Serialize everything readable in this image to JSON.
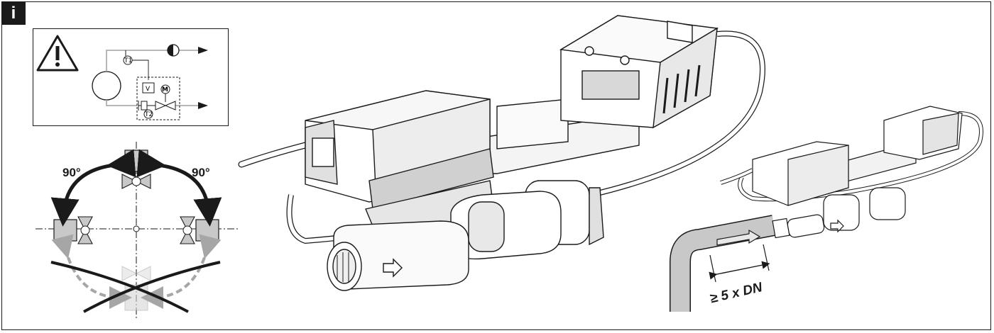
{
  "badge": {
    "label": "i"
  },
  "scheme": {
    "t1": "T1",
    "v": "V",
    "m": "M",
    "t2": "T2"
  },
  "orientation": {
    "angle_left": "90°",
    "angle_right": "90°"
  },
  "inlet": {
    "distance": "≥ 5 x DN"
  },
  "colors": {
    "line": "#1a1a1a",
    "fill_grey": "#c8c8c8",
    "fill_light": "#f2f2f2",
    "arrow_dashed": "#a6a6a6"
  }
}
